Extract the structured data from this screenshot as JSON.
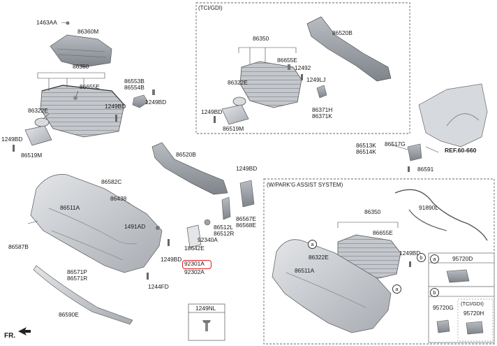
{
  "sections": {
    "tci_gdi": "(TCI/GDI)",
    "parking_assist": "(W/PARK'G ASSIST SYSTEM)"
  },
  "parts": {
    "p1463AA": "1463AA",
    "p86360M": "86360M",
    "p86350_main": "86350",
    "p86655E_main": "86655E",
    "p86553B": "86553B",
    "p86554B": "86554B",
    "p1249BD_a": "1249BD",
    "p86322E_main": "86322E",
    "p1249BD_b": "1249BD",
    "p1249BD_c": "1249BD",
    "p86519M_main": "86519M",
    "p86350_tci": "86350",
    "p86520B_tci": "86520B",
    "p86655E_tci": "86655E",
    "p12492": "12492",
    "p1249LJ": "1249LJ",
    "p86322E_tci": "86322E",
    "p86371H": "86371H",
    "p86371K": "86371K",
    "p1249BD_tci": "1249BD",
    "p86519M_tci": "86519M",
    "p86513K": "86513K",
    "p86514K": "86514K",
    "p86517G": "86517G",
    "ref": "REF.60-660",
    "p86591": "86591",
    "p86520B_main": "86520B",
    "p1249BD_d": "1249BD",
    "p86582C": "86582C",
    "p86438": "86438",
    "p86511A_main": "86511A",
    "p1491AD": "1491AD",
    "p86512L": "86512L",
    "p86512R": "86512R",
    "p86567E": "86567E",
    "p86568E": "86568E",
    "p92340A": "92340A",
    "p18642E": "18642E",
    "p86587B": "86587B",
    "p1249BD_e": "1249BD",
    "p92301A": "92301A",
    "p92302A": "92302A",
    "p86571P": "86571P",
    "p86571R": "86571R",
    "p1244FD": "1244FD",
    "p86590E": "86590E",
    "p1249NL": "1249NL",
    "p86350_pa": "86350",
    "p91890L": "91890L",
    "p86655E_pa": "86655E",
    "p86322E_pa": "86322E",
    "p1249BD_pa": "1249BD",
    "p86511A_pa": "86511A",
    "p95720D": "95720D",
    "p95720G": "95720G",
    "p95720H": "95720H",
    "tci_gdi_small": "(TCI/GDI)"
  },
  "callouts": {
    "a": "a",
    "b": "b"
  },
  "footer": {
    "fr": "FR."
  },
  "colors": {
    "part_fill": "#c9ccd1",
    "part_dark": "#9ea2a8",
    "highlight": "#e21b1b",
    "line": "#444444"
  },
  "highlighted_part": "92301A"
}
